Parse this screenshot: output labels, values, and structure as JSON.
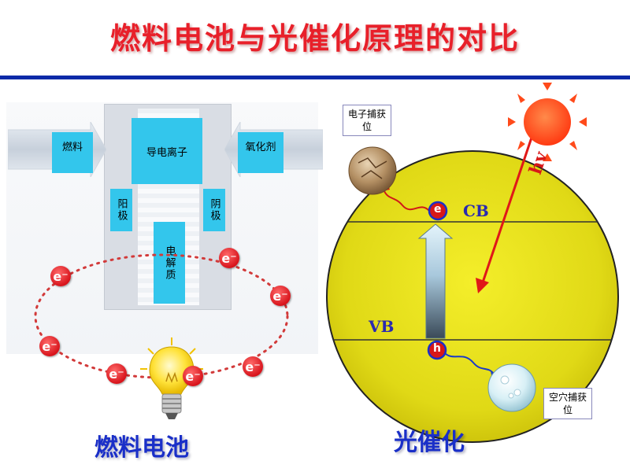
{
  "title": "燃料电池与光催化原理的对比",
  "fuel_cell": {
    "caption": "燃料电池",
    "fuel_label": "燃料",
    "oxidant_label": "氧化剂",
    "conductive_ion_label": "导电离子",
    "anode_label": "阳极",
    "cathode_label": "阴极",
    "electrolyte_label": "电解质",
    "electron_symbol": "e⁻"
  },
  "photocatalysis": {
    "caption": "光催化",
    "electron_trap_label": "电子捕获位",
    "hole_trap_label": "空穴捕获位",
    "cb_label": "CB",
    "vb_label": "VB",
    "photon_label": "hv",
    "electron_symbol": "e",
    "hole_symbol": "h"
  },
  "colors": {
    "title_red": "#e8202a",
    "caption_blue": "#1a2fc8",
    "label_cyan": "#33c6ec",
    "sphere_yellow": "#e6e21a",
    "sun_orange": "#ff4a1a"
  }
}
